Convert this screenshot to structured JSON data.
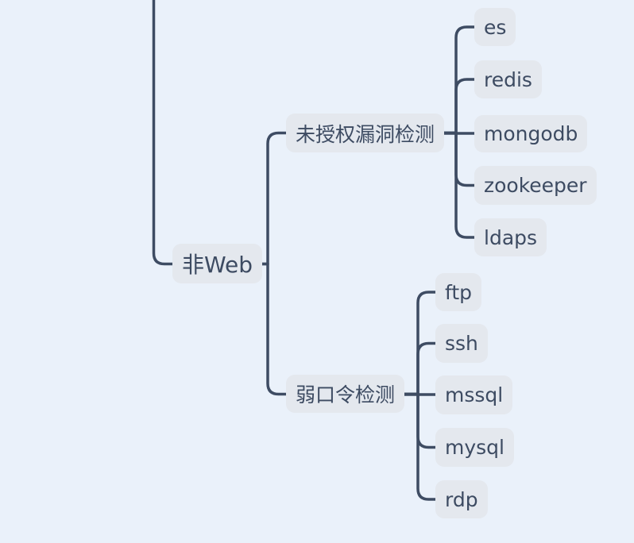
{
  "colors": {
    "background": "#EAF1FA",
    "node_fill": "#E4E8EE",
    "node_text": "#3D4B62",
    "edge": "#3E4C63"
  },
  "mindmap": {
    "nodes": {
      "non_web": {
        "label": "非Web"
      },
      "unauthorized_vuln_detection": {
        "label": "未授权漏洞检测"
      },
      "es": {
        "label": "es"
      },
      "redis": {
        "label": "redis"
      },
      "mongodb": {
        "label": "mongodb"
      },
      "zookeeper": {
        "label": "zookeeper"
      },
      "ldaps": {
        "label": "ldaps"
      },
      "weak_password_detection": {
        "label": "弱口令检测"
      },
      "ftp": {
        "label": "ftp"
      },
      "ssh": {
        "label": "ssh"
      },
      "mssql": {
        "label": "mssql"
      },
      "mysql": {
        "label": "mysql"
      },
      "rdp": {
        "label": "rdp"
      }
    },
    "edges": [
      {
        "from": "offscreen-parent-above",
        "to": "non_web"
      },
      {
        "from": "non_web",
        "to": "unauthorized_vuln_detection"
      },
      {
        "from": "non_web",
        "to": "weak_password_detection"
      },
      {
        "from": "unauthorized_vuln_detection",
        "to": "es"
      },
      {
        "from": "unauthorized_vuln_detection",
        "to": "redis"
      },
      {
        "from": "unauthorized_vuln_detection",
        "to": "mongodb"
      },
      {
        "from": "unauthorized_vuln_detection",
        "to": "zookeeper"
      },
      {
        "from": "unauthorized_vuln_detection",
        "to": "ldaps"
      },
      {
        "from": "weak_password_detection",
        "to": "ftp"
      },
      {
        "from": "weak_password_detection",
        "to": "ssh"
      },
      {
        "from": "weak_password_detection",
        "to": "mssql"
      },
      {
        "from": "weak_password_detection",
        "to": "mysql"
      },
      {
        "from": "weak_password_detection",
        "to": "rdp"
      }
    ]
  }
}
